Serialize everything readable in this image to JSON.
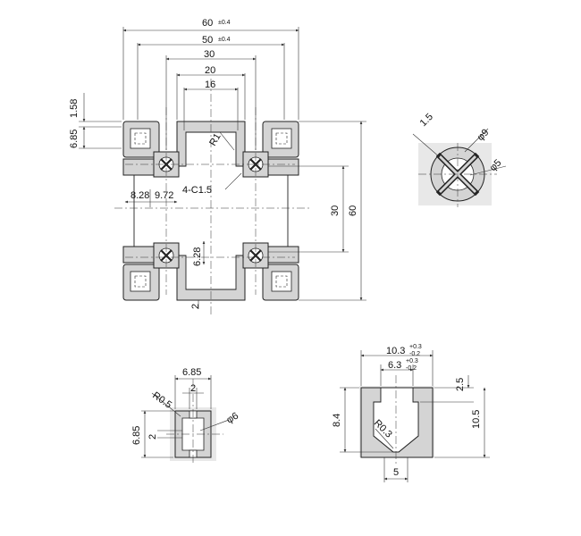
{
  "colors": {
    "line": "#222222",
    "section_fill": "#d4d4d4",
    "background": "#ffffff"
  },
  "main_view": {
    "width": "60",
    "width_tol": "±0.4",
    "inner_width": "50",
    "inner_width_tol": "±0.4",
    "d30": "30",
    "d20": "20",
    "d16": "16",
    "d158": "1.58",
    "d685": "6.85",
    "r1": "R1",
    "chamfer": "4-C1.5",
    "d828": "8.28",
    "d972": "9.72",
    "d628": "6.28",
    "d2": "2",
    "h30": "30",
    "h60": "60"
  },
  "core_view": {
    "d15": "1.5",
    "phi9": "φ9",
    "phi5": "φ5"
  },
  "slot_view": {
    "width": "6.85",
    "gap": "2",
    "r05": "R0.5",
    "height": "6.85",
    "gap_v": "2",
    "phi6": "φ6"
  },
  "groove_view": {
    "outer": "10.3",
    "outer_tol_up": "+0.3",
    "outer_tol_dn": "-0.2",
    "inner": "6.3",
    "inner_tol_up": "+0.3",
    "inner_tol_dn": "-0.2",
    "lip": "2.5",
    "depth": "8.4",
    "total": "10.5",
    "r03": "R0.3",
    "bottom": "5"
  }
}
